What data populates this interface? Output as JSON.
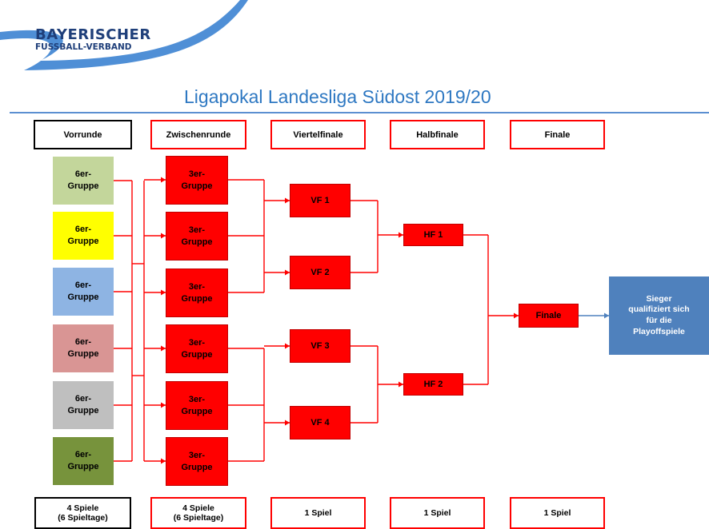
{
  "logo": {
    "line1": "BAYERISCHER",
    "line2": "FUSSBALL-VERBAND"
  },
  "title": "Ligapokal Landesliga Südost 2019/20",
  "colors": {
    "accent_red": "#ff0000",
    "title_blue": "#2e78c2",
    "final_blue": "#4f81bd"
  },
  "columns": [
    {
      "header": "Vorrunde",
      "footer": "4 Spiele\n(6 Spieltage)"
    },
    {
      "header": "Zwischenrunde",
      "footer": "4 Spiele\n(6 Spieltage)"
    },
    {
      "header": "Viertelfinale",
      "footer": "1 Spiel"
    },
    {
      "header": "Halbfinale",
      "footer": "1 Spiel"
    },
    {
      "header": "Finale",
      "footer": "1 Spiel"
    }
  ],
  "vorrunde_groups": [
    {
      "label": "6er-\nGruppe",
      "color": "#c3d69b"
    },
    {
      "label": "6er-\nGruppe",
      "color": "#ffff00"
    },
    {
      "label": "6er-\nGruppe",
      "color": "#8eb4e3"
    },
    {
      "label": "6er-\nGruppe",
      "color": "#d99594"
    },
    {
      "label": "6er-\nGruppe",
      "color": "#bfbfbf"
    },
    {
      "label": "6er-\nGruppe",
      "color": "#77933c"
    }
  ],
  "zwischenrunde_groups": [
    {
      "label": "3er-\nGruppe"
    },
    {
      "label": "3er-\nGruppe"
    },
    {
      "label": "3er-\nGruppe"
    },
    {
      "label": "3er-\nGruppe"
    },
    {
      "label": "3er-\nGruppe"
    },
    {
      "label": "3er-\nGruppe"
    }
  ],
  "viertelfinale": [
    "VF 1",
    "VF 2",
    "VF 3",
    "VF 4"
  ],
  "halbfinale": [
    "HF 1",
    "HF 2"
  ],
  "finale": "Finale",
  "winner": "Sieger\nqualifiziert sich\nfür die\nPlayoffspiele"
}
